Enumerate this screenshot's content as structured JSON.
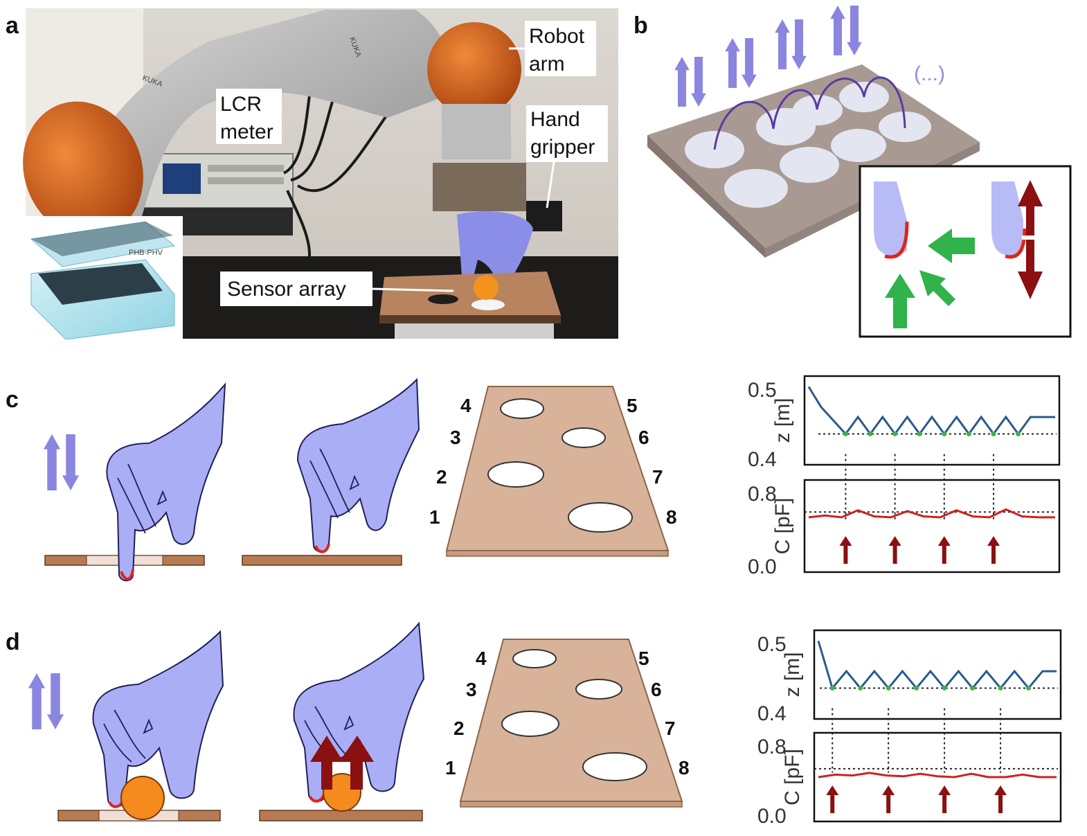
{
  "panels": {
    "a": {
      "label": "a",
      "callouts": {
        "robot_arm_line1": "Robot",
        "robot_arm_line2": "arm",
        "lcr_line1": "LCR",
        "lcr_line2": "meter",
        "gripper_line1": "Hand",
        "gripper_line2": "gripper",
        "sensor_array": "Sensor array"
      },
      "inset_label": "PHB-PHV",
      "robot_brand": "KUKA"
    },
    "b": {
      "label": "b",
      "ellipsis": "(...)"
    },
    "c": {
      "label": "c",
      "hole_numbers": [
        "1",
        "2",
        "3",
        "4",
        "5",
        "6",
        "7",
        "8"
      ]
    },
    "d": {
      "label": "d",
      "hole_numbers": [
        "1",
        "2",
        "3",
        "4",
        "5",
        "6",
        "7",
        "8"
      ]
    }
  },
  "colors": {
    "hand": "#a9aef5",
    "board": "#d8b399",
    "board_edge": "#b58866",
    "strip": "#b87a52",
    "z_line": "#2a5a8c",
    "c_line": "#cc2222",
    "green_dot": "#3db24a",
    "arrow_blue": "#8a86e0",
    "arrow_green": "#2fb34a",
    "arrow_red": "#8b1010",
    "ball": "#f58a1f"
  },
  "chart_data": [
    {
      "panel": "c",
      "type": "line",
      "subplots": [
        {
          "ylabel": "z [m]",
          "yticks": [
            "0.5",
            "0.4"
          ],
          "ylim": [
            0.4,
            0.5
          ],
          "threshold": 0.43,
          "series": [
            {
              "values": [
                0.5,
                0.47,
                0.45,
                0.43,
                0.455,
                0.43,
                0.455,
                0.43,
                0.455,
                0.43,
                0.455,
                0.43,
                0.455,
                0.43,
                0.455,
                0.43,
                0.455,
                0.43,
                0.455,
                0.455,
                0.455
              ]
            }
          ]
        },
        {
          "ylabel": "C [pF]",
          "yticks": [
            "0.8",
            "0.0"
          ],
          "ylim": [
            0.0,
            0.8
          ],
          "threshold": 0.56,
          "series": [
            {
              "values": [
                0.5,
                0.52,
                0.5,
                0.58,
                0.51,
                0.5,
                0.57,
                0.51,
                0.5,
                0.58,
                0.51,
                0.5,
                0.59,
                0.51,
                0.5,
                0.5
              ]
            }
          ]
        }
      ],
      "contact_events": 4
    },
    {
      "panel": "d",
      "type": "line",
      "subplots": [
        {
          "ylabel": "z [m]",
          "yticks": [
            "0.5",
            "0.4"
          ],
          "ylim": [
            0.4,
            0.5
          ],
          "threshold": 0.43,
          "series": [
            {
              "values": [
                0.5,
                0.43,
                0.455,
                0.43,
                0.455,
                0.43,
                0.455,
                0.43,
                0.455,
                0.43,
                0.455,
                0.43,
                0.455,
                0.43,
                0.455,
                0.43,
                0.455,
                0.455
              ]
            }
          ]
        },
        {
          "ylabel": "C [pF]",
          "yticks": [
            "0.8",
            "0.0"
          ],
          "ylim": [
            0.0,
            0.8
          ],
          "threshold": 0.5,
          "series": [
            {
              "values": [
                0.4,
                0.43,
                0.42,
                0.45,
                0.42,
                0.41,
                0.44,
                0.41,
                0.4,
                0.44,
                0.4,
                0.4,
                0.43,
                0.4,
                0.4
              ]
            }
          ]
        }
      ],
      "contact_events": 4
    }
  ]
}
